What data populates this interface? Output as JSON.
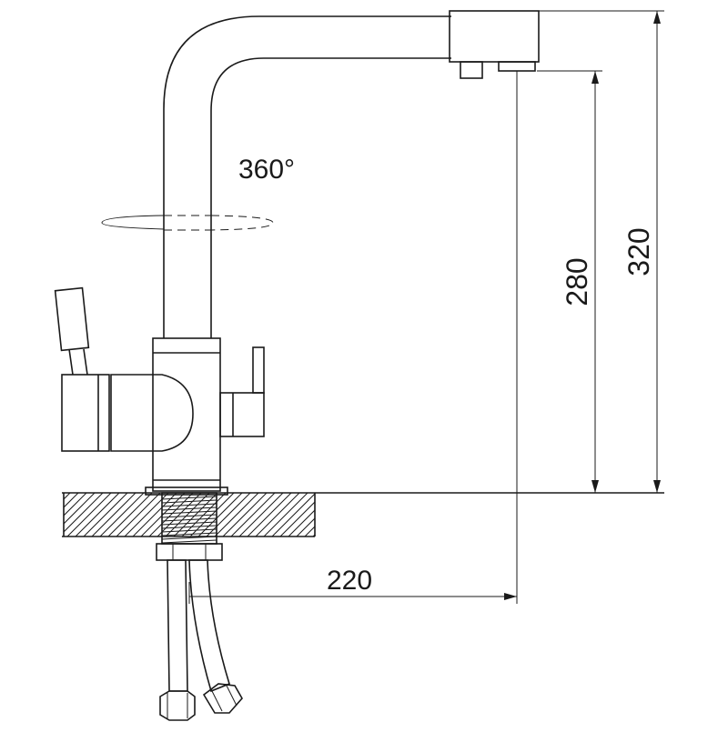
{
  "labels": {
    "rotation": "360°",
    "overall_height": "320",
    "spout_height": "280",
    "reach": "220"
  }
}
